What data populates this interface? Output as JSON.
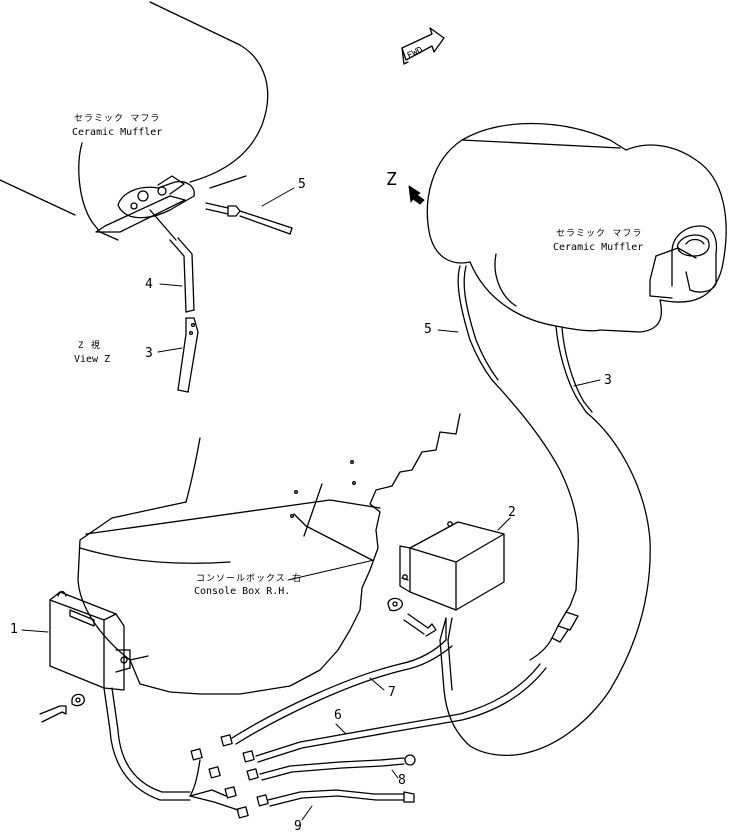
{
  "fwd_label": "FWD",
  "muffler_inset": {
    "jp": "セラミック マフラ",
    "en": "Ceramic Muffler"
  },
  "muffler_main": {
    "jp": "セラミック マフラ",
    "en": "Ceramic Muffler"
  },
  "view_z": {
    "jp": "Z 視",
    "en": "View Z"
  },
  "console_box": {
    "jp": "コンソールボックス 右",
    "en": "Console Box R.H."
  },
  "z_marker": "Z",
  "callouts": {
    "c1": "1",
    "c2": "2",
    "c3a": "3",
    "c3b": "3",
    "c4": "4",
    "c5a": "5",
    "c5b": "5",
    "c6": "6",
    "c7": "7",
    "c8": "8",
    "c9": "9"
  },
  "colors": {
    "line": "#000000",
    "background": "#ffffff"
  }
}
